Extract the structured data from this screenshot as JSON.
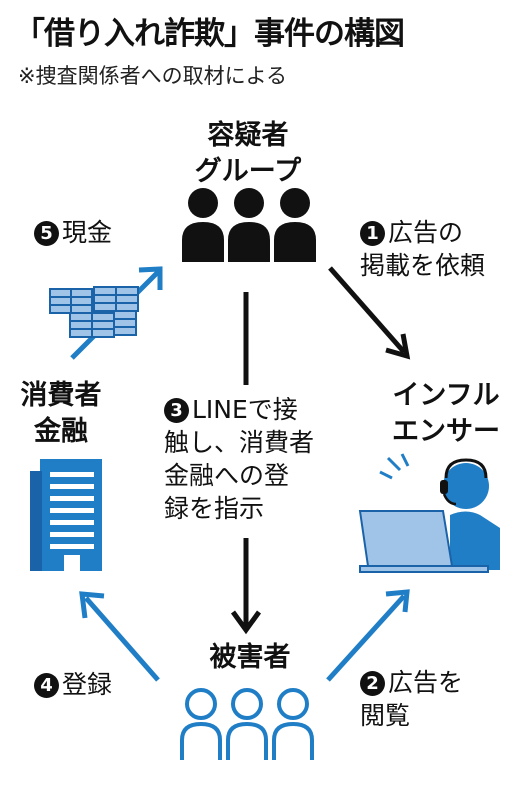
{
  "header": {
    "title": "「借り入れ詐欺」事件の構図",
    "subtitle": "※捜査関係者への取材による"
  },
  "nodes": {
    "suspects": {
      "line1": "容疑者",
      "line2": "グループ"
    },
    "influencer": {
      "line1": "インフル",
      "line2": "エンサー"
    },
    "lender": {
      "line1": "消費者",
      "line2": "金融"
    },
    "victims": {
      "label": "被害者"
    }
  },
  "steps": {
    "step1": {
      "number": "1",
      "line1": "広告の",
      "line2": "掲載を依頼"
    },
    "step2": {
      "number": "2",
      "line1": "広告を",
      "line2": "閲覧"
    },
    "step3": {
      "number": "3",
      "line1": "LINEで接",
      "line2": "触し、消費者",
      "line3": "金融への登",
      "line4": "録を指示"
    },
    "step4": {
      "number": "4",
      "label": "登録"
    },
    "step5": {
      "number": "5",
      "label": "現金"
    }
  },
  "colors": {
    "black": "#111111",
    "blue": "#1f7ec6",
    "light_blue": "#9fc4e8",
    "dark_blue": "#1b63a8",
    "building_window": "#ffffff"
  },
  "icons": {
    "suspects": "people-group-icon",
    "influencer": "person-with-headset-laptop-icon",
    "lender": "office-building-icon",
    "victims": "people-outline-icon",
    "cash": "money-stack-icon"
  }
}
